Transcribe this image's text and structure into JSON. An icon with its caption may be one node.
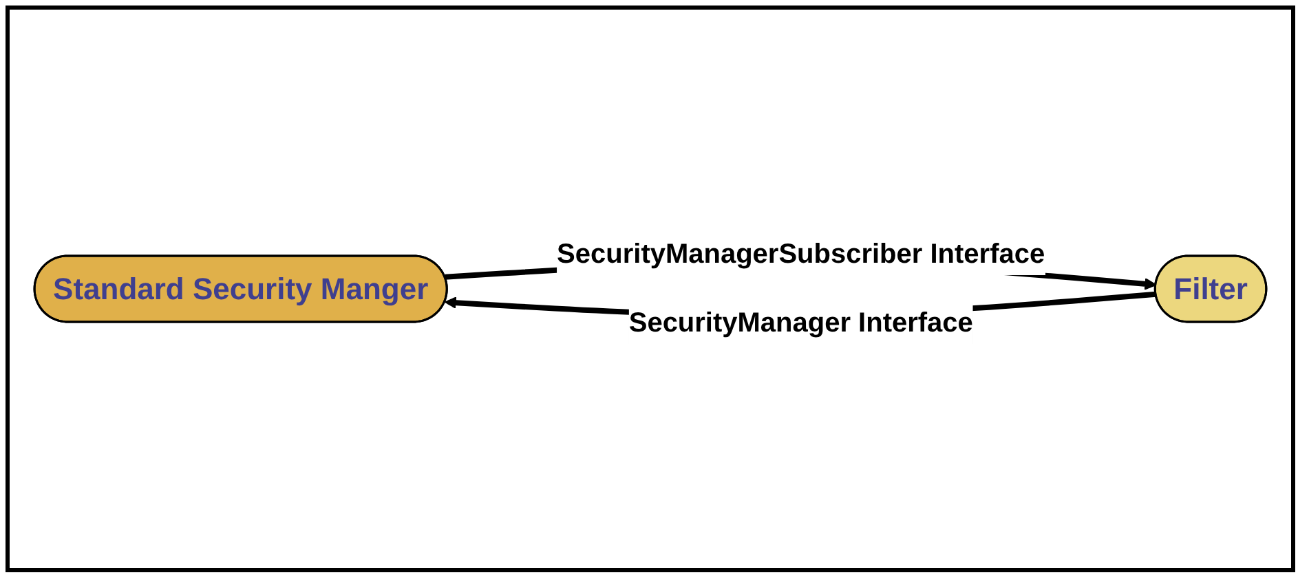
{
  "diagram": {
    "nodes": [
      {
        "text": [
          "Standard Security Manger"
        ]
      },
      {
        "text": [
          "Filter"
        ]
      }
    ],
    "edges": [
      {
        "from": 0,
        "to": 1,
        "arrow": "to",
        "label": "SecurityManagerSubscriber Interface"
      },
      {
        "from": 1,
        "to": 0,
        "arrow": "to",
        "label": "SecurityManager Interface"
      }
    ]
  }
}
